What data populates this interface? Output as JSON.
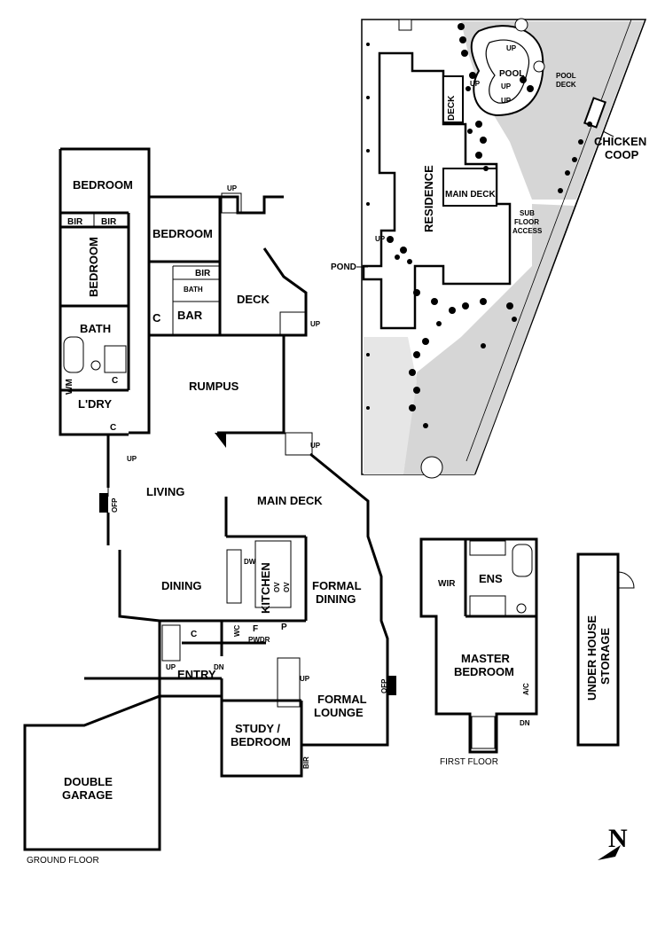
{
  "ground_floor": {
    "caption": "GROUND FLOOR",
    "rooms": {
      "bedroom_1": "BEDROOM",
      "bir_1": "BIR",
      "bir_2": "BIR",
      "bedroom_2": "BEDROOM",
      "bedroom_3": "BEDROOM",
      "bir_3": "BIR",
      "bath_small": "BATH",
      "c_bar": "C",
      "bar": "BAR",
      "deck": "DECK",
      "bath": "BATH",
      "wm": "WM",
      "c_bath": "C",
      "laundry": "L'DRY",
      "c_laundry": "C",
      "rumpus": "RUMPUS",
      "living": "LIVING",
      "main_deck": "MAIN DECK",
      "ofp_living": "OFP",
      "dining": "DINING",
      "kitchen": "KITCHEN",
      "dw": "DW",
      "ov1": "OV",
      "ov2": "OV",
      "formal_dining_1": "FORMAL",
      "formal_dining_2": "DINING",
      "c_entry": "C",
      "wc": "WC",
      "f": "F",
      "p": "P",
      "pwdr": "PWDR",
      "entry": "ENTRY",
      "study_1": "STUDY /",
      "study_2": "BEDROOM",
      "formal_lounge_1": "FORMAL",
      "formal_lounge_2": "LOUNGE",
      "ofp_lounge": "OFP",
      "bir_study": "BIR",
      "garage_1": "DOUBLE",
      "garage_2": "GARAGE"
    },
    "stairs": {
      "up_top": "UP",
      "up_deck": "UP",
      "up_rumpus": "UP",
      "up_side": "UP",
      "up_entry": "UP",
      "dn_entry": "DN",
      "up_lounge": "UP"
    }
  },
  "first_floor": {
    "caption": "FIRST FLOOR",
    "rooms": {
      "wir": "WIR",
      "ens": "ENS",
      "master_1": "MASTER",
      "master_2": "BEDROOM",
      "ac": "A/C",
      "dn": "DN"
    }
  },
  "storage": {
    "line1": "UNDER HOUSE",
    "line2": "STORAGE"
  },
  "site_plan": {
    "residence": "RESIDENCE",
    "deck": "DECK",
    "main_deck": "MAIN DECK",
    "pool": "POOL",
    "pool_deck_1": "POOL",
    "pool_deck_2": "DECK",
    "chicken_1": "CHICKEN",
    "chicken_2": "COOP",
    "sub_floor_1": "SUB",
    "sub_floor_2": "FLOOR",
    "sub_floor_3": "ACCESS",
    "pond": "POND",
    "up_pool_1": "UP",
    "up_pool_2": "UP",
    "up_pool_3": "UP",
    "up_pool_4": "UP",
    "up_pond": "UP"
  },
  "compass": {
    "label": "N"
  }
}
